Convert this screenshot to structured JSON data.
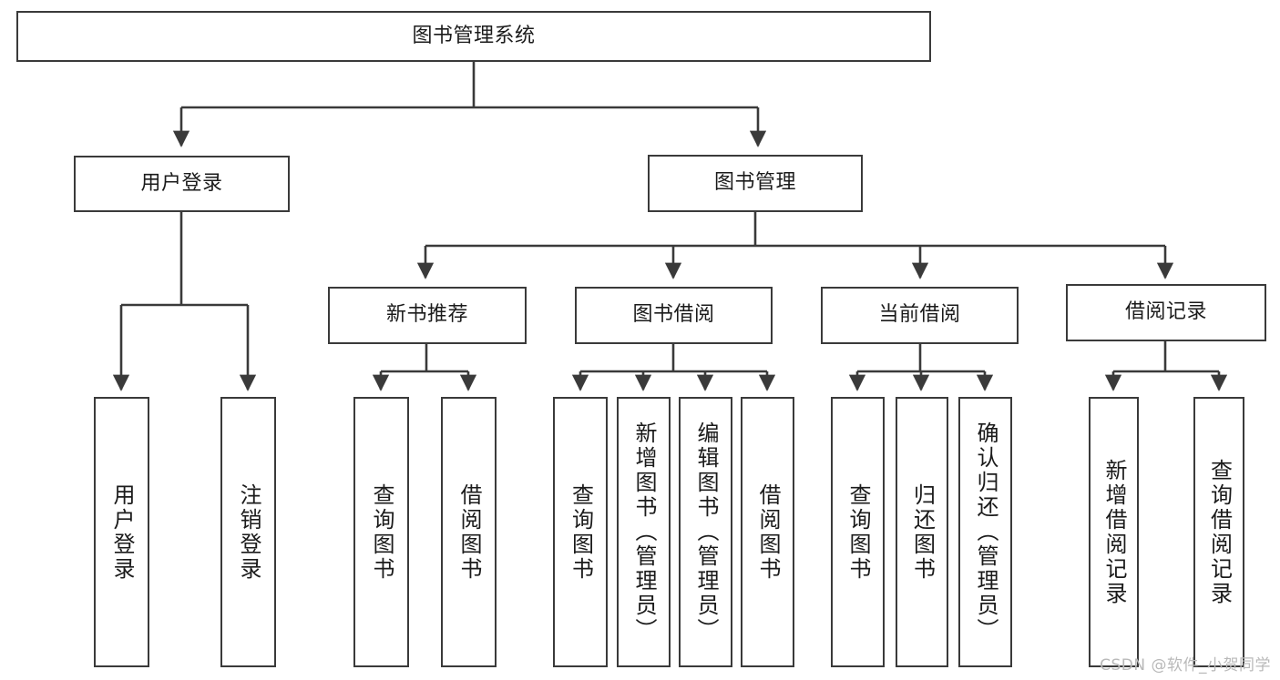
{
  "diagram": {
    "type": "tree-hierarchy-diagram",
    "title": "图书管理系统",
    "line_color": "#3a3a3a",
    "background_color": "#ffffff",
    "text_color": "#1b1b1b",
    "root": {
      "label": "图书管理系统"
    },
    "level1": [
      {
        "label": "用户登录"
      },
      {
        "label": "图书管理"
      }
    ],
    "level2": [
      {
        "label": "新书推荐"
      },
      {
        "label": "图书借阅"
      },
      {
        "label": "当前借阅"
      },
      {
        "label": "借阅记录"
      }
    ],
    "leaves": {
      "user_login": [
        {
          "label": "用户登录"
        },
        {
          "label": "注销登录"
        }
      ],
      "new_book_recommend": [
        {
          "label": "查询图书"
        },
        {
          "label": "借阅图书"
        }
      ],
      "book_borrow": [
        {
          "label": "查询图书"
        },
        {
          "label": "新增图书（管理员）"
        },
        {
          "label": "编辑图书（管理员）"
        },
        {
          "label": "借阅图书"
        }
      ],
      "current_borrow": [
        {
          "label": "查询图书"
        },
        {
          "label": "归还图书"
        },
        {
          "label": "确认归还（管理员）"
        }
      ],
      "borrow_record": [
        {
          "label": "新增借阅记录"
        },
        {
          "label": "查询借阅记录"
        }
      ]
    }
  },
  "watermark": {
    "text": "CSDN @软件_小贺同学"
  }
}
